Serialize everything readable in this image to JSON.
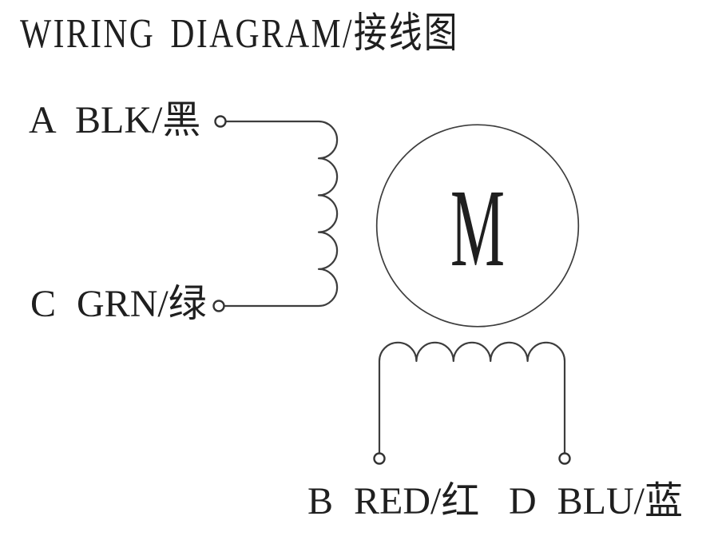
{
  "title": "WIRING DIAGRAM/接线图",
  "motor": {
    "symbol": "M",
    "shape": "circle"
  },
  "terminals": [
    {
      "phase": "A",
      "color_code": "BLK",
      "color_cn": "黑",
      "label": "A BLK/黑"
    },
    {
      "phase": "C",
      "color_code": "GRN",
      "color_cn": "绿",
      "label": "C GRN/绿"
    },
    {
      "phase": "B",
      "color_code": "RED",
      "color_cn": "红",
      "label": "B RED/红"
    },
    {
      "phase": "D",
      "color_code": "BLU",
      "color_cn": "蓝",
      "label": "D BLU/蓝"
    }
  ],
  "windings": [
    {
      "name": "phase-winding-A-C",
      "turns_shown": 5,
      "orientation": "vertical"
    },
    {
      "name": "phase-winding-B-D",
      "turns_shown": 5,
      "orientation": "horizontal"
    }
  ],
  "colors": {
    "background": "#ffffff",
    "ink": "#1f1f1f",
    "line": "#3d3d3d"
  }
}
